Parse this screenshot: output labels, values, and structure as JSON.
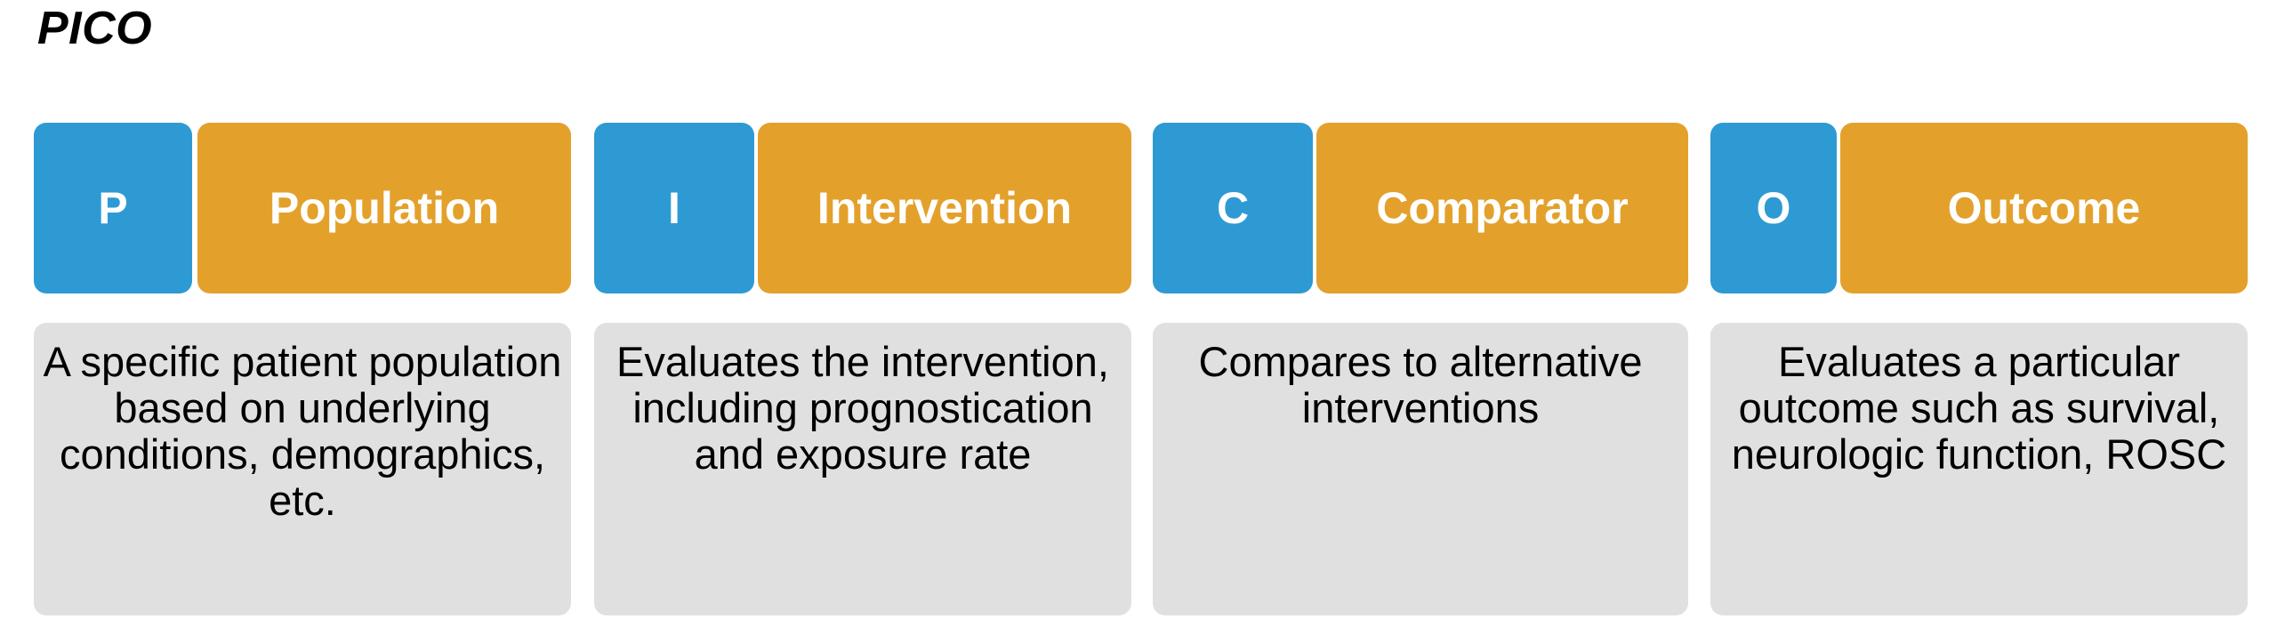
{
  "title": "PICO",
  "theme": {
    "letter_box_color": "#2E9AD4",
    "term_box_color": "#E3A12C",
    "description_box_color": "#E0E0E0",
    "label_text_color": "#FFFFFF",
    "description_text_color": "#000000",
    "background": "#FFFFFF"
  },
  "groups": [
    {
      "letter": "P",
      "term": "Population",
      "description": "A specific patient population based on underlying conditions, demographics, etc."
    },
    {
      "letter": "I",
      "term": "Intervention",
      "description": "Evaluates the intervention, including prognostication and exposure rate"
    },
    {
      "letter": "C",
      "term": "Comparator",
      "description": "Compares to alternative interventions"
    },
    {
      "letter": "O",
      "term": "Outcome",
      "description": "Evaluates a particular outcome such as survival, neurologic function, ROSC"
    }
  ]
}
